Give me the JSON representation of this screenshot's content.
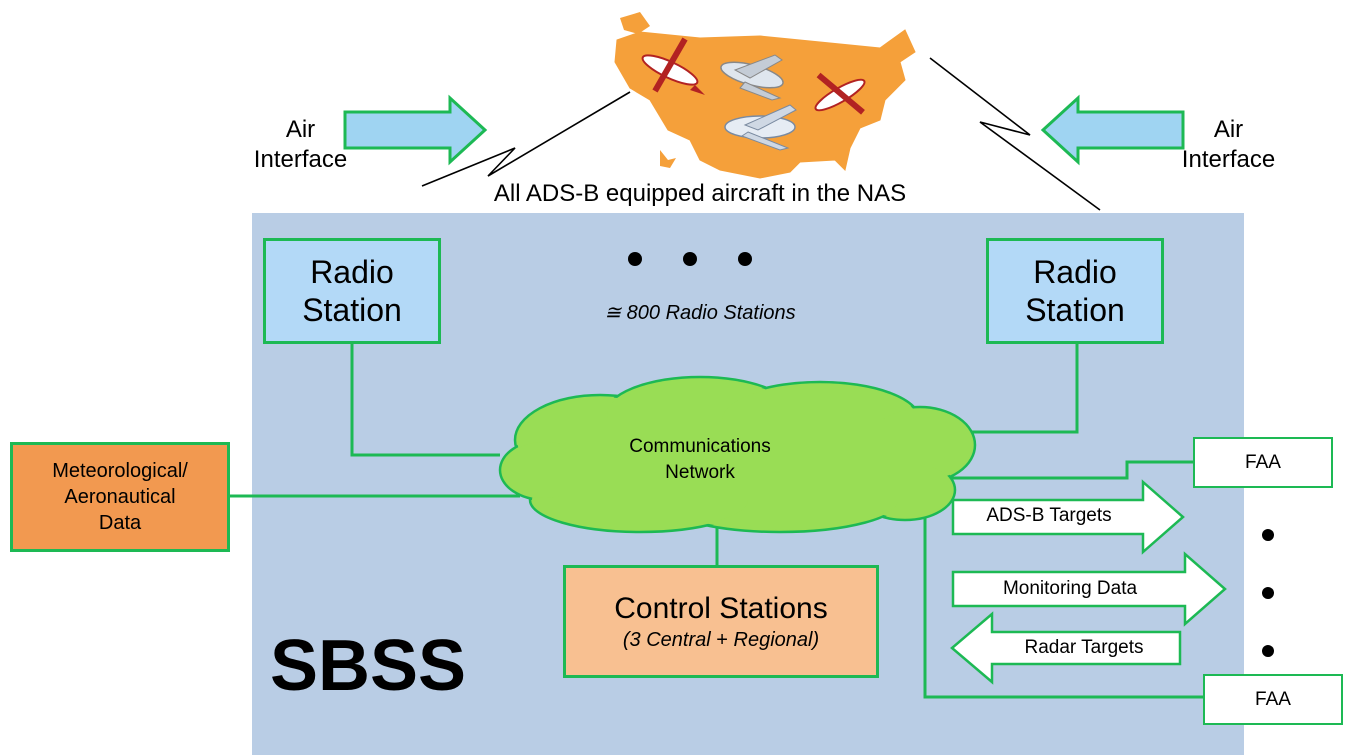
{
  "air_interface_left": "Air\nInterface",
  "air_interface_right": "Air\nInterface",
  "nas_caption": "All ADS-B equipped aircraft in the NAS",
  "radio_station_left": "Radio\nStation",
  "radio_station_right": "Radio\nStation",
  "radio_stations_count": "≅ 800 Radio Stations",
  "network_label": "Communications\nNetwork",
  "met_data": "Meteorological/\nAeronautical\nData",
  "control_title": "Control Stations",
  "control_sub_left": "(3 Central",
  "control_sub_plus": " + ",
  "control_sub_right": "Regional)",
  "sbss_label": "SBSS",
  "faa_top": "FAA",
  "faa_bottom": "FAA",
  "adsb_targets": "ADS-B Targets",
  "monitoring_data": "Monitoring Data",
  "radar_targets": "Radar Targets",
  "colors": {
    "sbss_background": "#b9cde5",
    "connector_green": "#1db954",
    "radio_station_fill": "#b3d9f7",
    "met_box_fill": "#f29950",
    "control_fill": "#f8c091",
    "cloud_fill": "#99dd55",
    "usa_map_fill": "#f5a03a",
    "air_arrow_fill": "#9fd4f2"
  },
  "icons": [
    "usa-map-icon",
    "airplane-icon",
    "cloud-network-icon",
    "ellipsis-dots-icon"
  ]
}
